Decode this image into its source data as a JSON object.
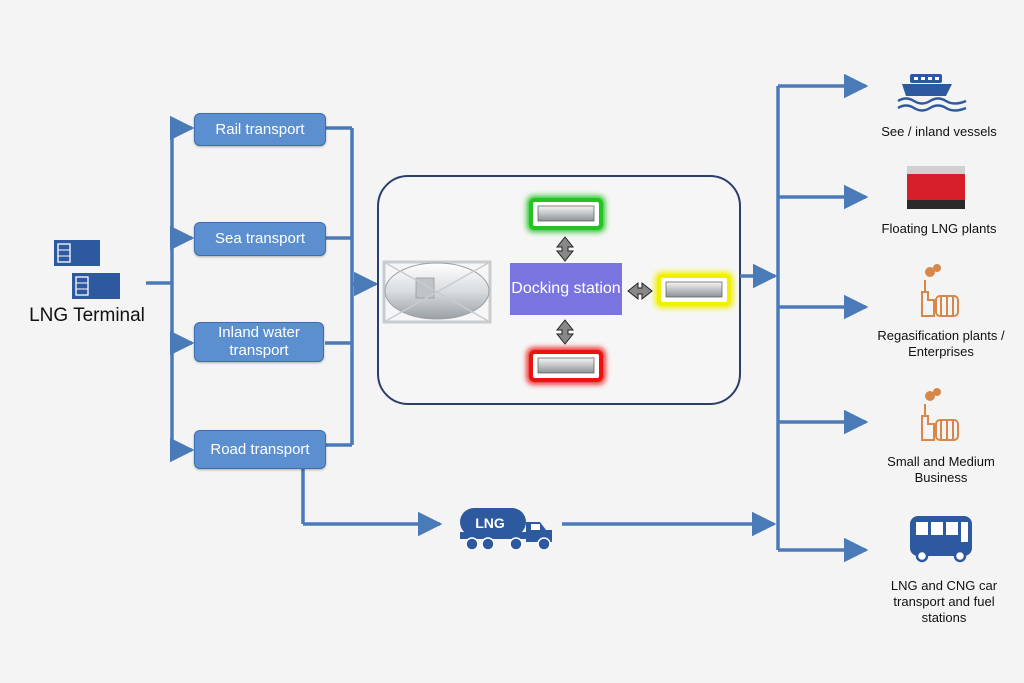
{
  "source": {
    "label": "LNG Terminal"
  },
  "transport_modes": [
    {
      "label": "Rail transport"
    },
    {
      "label": "Sea transport"
    },
    {
      "label": "Inland water transport"
    },
    {
      "label": "Road transport"
    }
  ],
  "hub": {
    "docking_label": "Docking station",
    "container_status_colors": {
      "top": "#22c322",
      "right": "#f0f000",
      "bottom": "#ee1111"
    }
  },
  "truck": {
    "label": "LNG"
  },
  "destinations": [
    {
      "label": "See / inland vessels",
      "icon": "ship-icon"
    },
    {
      "label": "Floating LNG plants",
      "icon": "floating-plant-icon"
    },
    {
      "label": "Regasification plants / Enterprises",
      "icon": "factory-icon"
    },
    {
      "label": "Small and Medium Business",
      "icon": "factory-icon"
    },
    {
      "label": "LNG and CNG car transport and fuel stations",
      "icon": "bus-icon"
    }
  ],
  "colors": {
    "arrow": "#4a7ab8",
    "box": "#5b8fd0",
    "icon_blue": "#2d5a9e",
    "icon_orange": "#d8874a",
    "dock": "#7a74e0"
  }
}
